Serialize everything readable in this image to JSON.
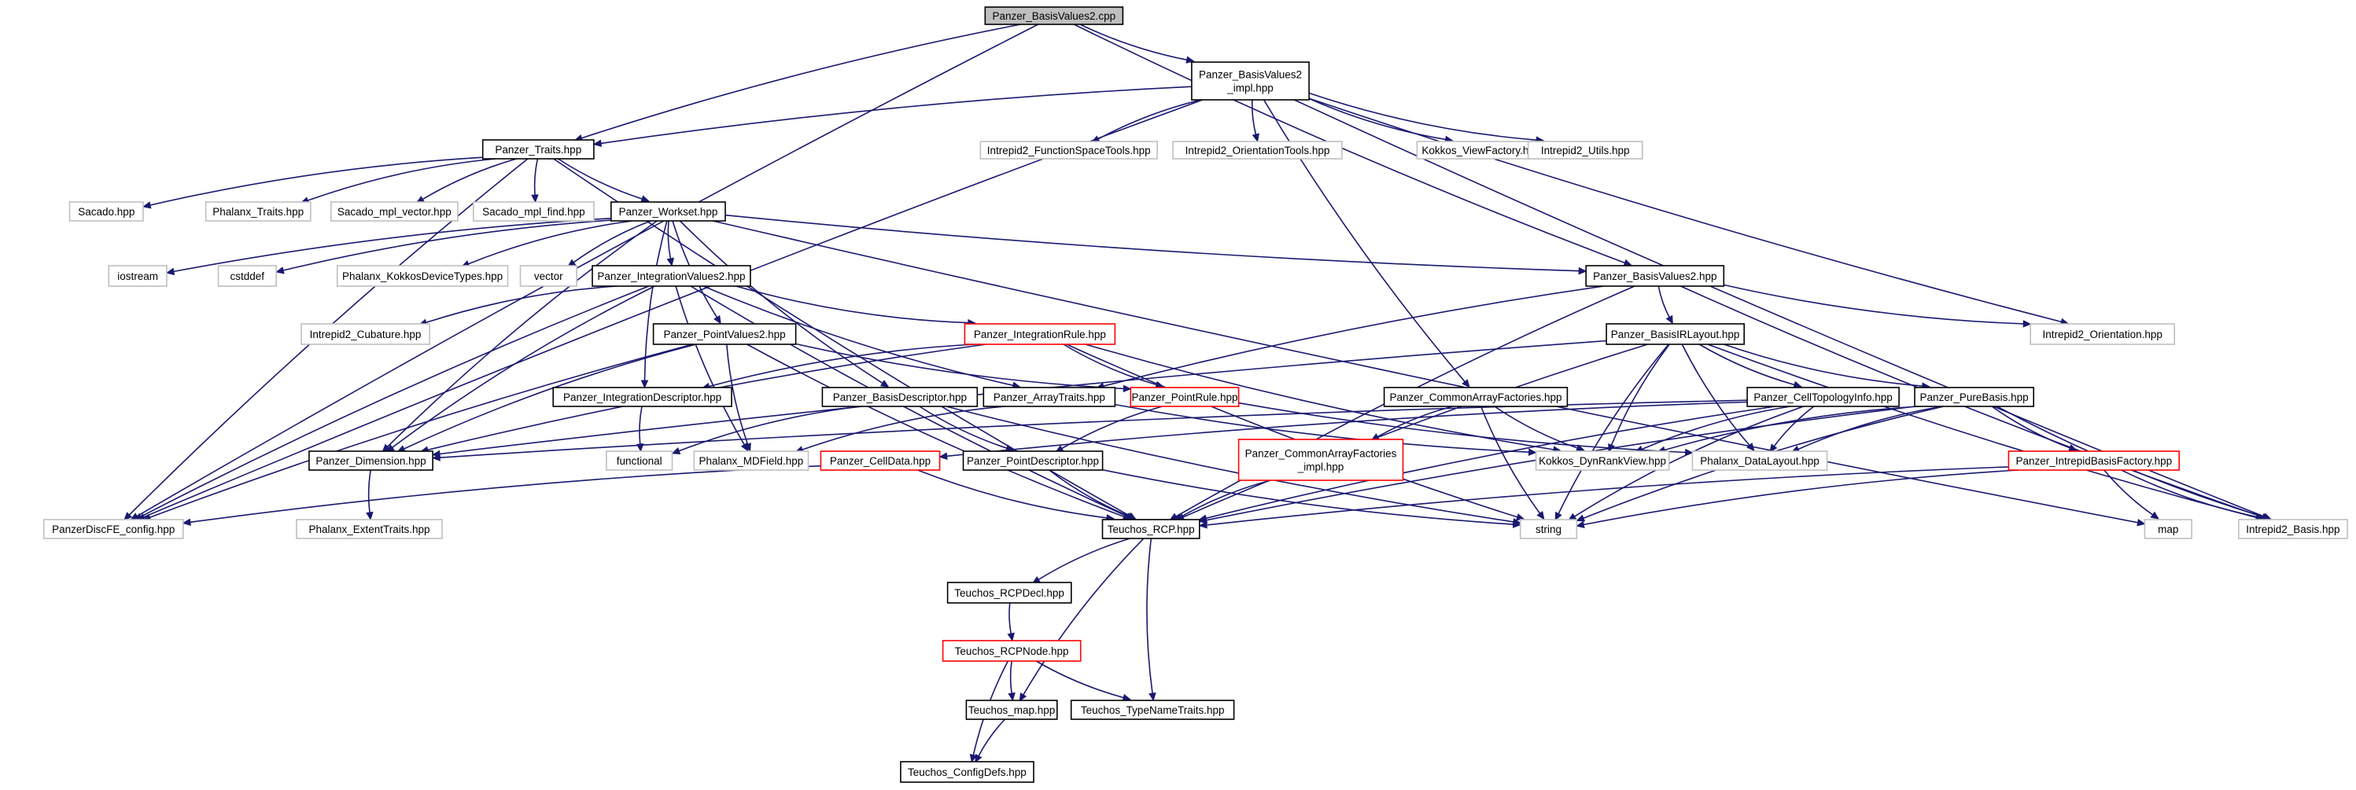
{
  "graph": {
    "nodes": [
      {
        "id": "root",
        "label": "Panzer_BasisValues2.cpp",
        "kind": "root"
      },
      {
        "id": "bv2impl",
        "label": "Panzer_BasisValues2\n_impl.hpp",
        "kind": "doc"
      },
      {
        "id": "traits",
        "label": "Panzer_Traits.hpp",
        "kind": "doc"
      },
      {
        "id": "fstools",
        "label": "Intrepid2_FunctionSpaceTools.hpp",
        "kind": "ext"
      },
      {
        "id": "otools",
        "label": "Intrepid2_OrientationTools.hpp",
        "kind": "ext"
      },
      {
        "id": "viewfac",
        "label": "Kokkos_ViewFactory.hpp",
        "kind": "ext"
      },
      {
        "id": "i2utils",
        "label": "Intrepid2_Utils.hpp",
        "kind": "ext"
      },
      {
        "id": "sacado",
        "label": "Sacado.hpp",
        "kind": "ext"
      },
      {
        "id": "phtraits",
        "label": "Phalanx_Traits.hpp",
        "kind": "ext"
      },
      {
        "id": "sacvec",
        "label": "Sacado_mpl_vector.hpp",
        "kind": "ext"
      },
      {
        "id": "sacfind",
        "label": "Sacado_mpl_find.hpp",
        "kind": "ext"
      },
      {
        "id": "workset",
        "label": "Panzer_Workset.hpp",
        "kind": "doc"
      },
      {
        "id": "iostream",
        "label": "iostream",
        "kind": "ext"
      },
      {
        "id": "cstddef",
        "label": "cstddef",
        "kind": "ext"
      },
      {
        "id": "phkdt",
        "label": "Phalanx_KokkosDeviceTypes.hpp",
        "kind": "ext"
      },
      {
        "id": "vector",
        "label": "vector",
        "kind": "ext"
      },
      {
        "id": "intval",
        "label": "Panzer_IntegrationValues2.hpp",
        "kind": "doc"
      },
      {
        "id": "bv2hpp",
        "label": "Panzer_BasisValues2.hpp",
        "kind": "doc"
      },
      {
        "id": "i2cub",
        "label": "Intrepid2_Cubature.hpp",
        "kind": "ext"
      },
      {
        "id": "intrule",
        "label": "Panzer_IntegrationRule.hpp",
        "kind": "red"
      },
      {
        "id": "i2orient",
        "label": "Intrepid2_Orientation.hpp",
        "kind": "ext"
      },
      {
        "id": "ptval",
        "label": "Panzer_PointValues2.hpp",
        "kind": "doc"
      },
      {
        "id": "basisir",
        "label": "Panzer_BasisIRLayout.hpp",
        "kind": "doc"
      },
      {
        "id": "intdesc",
        "label": "Panzer_IntegrationDescriptor.hpp",
        "kind": "doc"
      },
      {
        "id": "basisdesc",
        "label": "Panzer_BasisDescriptor.hpp",
        "kind": "doc"
      },
      {
        "id": "arrtraits",
        "label": "Panzer_ArrayTraits.hpp",
        "kind": "doc"
      },
      {
        "id": "ptrule",
        "label": "Panzer_PointRule.hpp",
        "kind": "red"
      },
      {
        "id": "cafac",
        "label": "Panzer_CommonArrayFactories.hpp",
        "kind": "doc"
      },
      {
        "id": "celltopo",
        "label": "Panzer_CellTopologyInfo.hpp",
        "kind": "doc"
      },
      {
        "id": "purebasis",
        "label": "Panzer_PureBasis.hpp",
        "kind": "doc"
      },
      {
        "id": "dimension",
        "label": "Panzer_Dimension.hpp",
        "kind": "doc"
      },
      {
        "id": "functional",
        "label": "functional",
        "kind": "ext"
      },
      {
        "id": "mdfield",
        "label": "Phalanx_MDField.hpp",
        "kind": "ext"
      },
      {
        "id": "celldata",
        "label": "Panzer_CellData.hpp",
        "kind": "red"
      },
      {
        "id": "ptdesc",
        "label": "Panzer_PointDescriptor.hpp",
        "kind": "doc"
      },
      {
        "id": "cafacimpl",
        "label": "Panzer_CommonArrayFactories\n_impl.hpp",
        "kind": "red"
      },
      {
        "id": "dynrank",
        "label": "Kokkos_DynRankView.hpp",
        "kind": "ext"
      },
      {
        "id": "datalayout",
        "label": "Phalanx_DataLayout.hpp",
        "kind": "ext"
      },
      {
        "id": "ibfac",
        "label": "Panzer_IntrepidBasisFactory.hpp",
        "kind": "red"
      },
      {
        "id": "discfe",
        "label": "PanzerDiscFE_config.hpp",
        "kind": "ext"
      },
      {
        "id": "exttraits",
        "label": "Phalanx_ExtentTraits.hpp",
        "kind": "ext"
      },
      {
        "id": "rcp",
        "label": "Teuchos_RCP.hpp",
        "kind": "doc"
      },
      {
        "id": "string",
        "label": "string",
        "kind": "ext"
      },
      {
        "id": "map",
        "label": "map",
        "kind": "ext"
      },
      {
        "id": "i2basis",
        "label": "Intrepid2_Basis.hpp",
        "kind": "ext"
      },
      {
        "id": "rcpdecl",
        "label": "Teuchos_RCPDecl.hpp",
        "kind": "doc"
      },
      {
        "id": "rcpnode",
        "label": "Teuchos_RCPNode.hpp",
        "kind": "red"
      },
      {
        "id": "tmap",
        "label": "Teuchos_map.hpp",
        "kind": "doc"
      },
      {
        "id": "typename",
        "label": "Teuchos_TypeNameTraits.hpp",
        "kind": "doc"
      },
      {
        "id": "configdefs",
        "label": "Teuchos_ConfigDefs.hpp",
        "kind": "doc"
      }
    ],
    "edges": [
      [
        "root",
        "bv2impl"
      ],
      [
        "root",
        "traits"
      ],
      [
        "root",
        "discfe"
      ],
      [
        "root",
        "bv2hpp"
      ],
      [
        "bv2impl",
        "traits"
      ],
      [
        "bv2impl",
        "discfe"
      ],
      [
        "bv2impl",
        "fstools"
      ],
      [
        "bv2impl",
        "otools"
      ],
      [
        "bv2impl",
        "viewfac"
      ],
      [
        "bv2impl",
        "i2utils"
      ],
      [
        "bv2impl",
        "cafac"
      ],
      [
        "bv2impl",
        "i2orient"
      ],
      [
        "bv2impl",
        "i2basis"
      ],
      [
        "traits",
        "sacado"
      ],
      [
        "traits",
        "phtraits"
      ],
      [
        "traits",
        "sacvec"
      ],
      [
        "traits",
        "sacfind"
      ],
      [
        "traits",
        "workset"
      ],
      [
        "traits",
        "discfe"
      ],
      [
        "traits",
        "rcp"
      ],
      [
        "workset",
        "iostream"
      ],
      [
        "workset",
        "cstddef"
      ],
      [
        "workset",
        "phkdt"
      ],
      [
        "workset",
        "vector"
      ],
      [
        "workset",
        "intval"
      ],
      [
        "workset",
        "ptval"
      ],
      [
        "workset",
        "basisdesc"
      ],
      [
        "workset",
        "intdesc"
      ],
      [
        "workset",
        "dimension"
      ],
      [
        "workset",
        "bv2hpp"
      ],
      [
        "workset",
        "map"
      ],
      [
        "intval",
        "i2cub"
      ],
      [
        "intval",
        "intrule"
      ],
      [
        "intval",
        "discfe"
      ],
      [
        "intval",
        "arrtraits"
      ],
      [
        "intval",
        "dimension"
      ],
      [
        "intval",
        "mdfield"
      ],
      [
        "intval",
        "rcp"
      ],
      [
        "bv2hpp",
        "arrtraits"
      ],
      [
        "bv2hpp",
        "basisir"
      ],
      [
        "bv2hpp",
        "i2orient"
      ],
      [
        "bv2hpp",
        "rcp"
      ],
      [
        "bv2hpp",
        "i2basis"
      ],
      [
        "intrule",
        "intdesc"
      ],
      [
        "intrule",
        "ptrule"
      ],
      [
        "intrule",
        "dynrank"
      ],
      [
        "intrule",
        "dimension"
      ],
      [
        "intrule",
        "string"
      ],
      [
        "ptval",
        "ptrule"
      ],
      [
        "ptval",
        "dimension"
      ],
      [
        "ptval",
        "discfe"
      ],
      [
        "ptval",
        "rcp"
      ],
      [
        "ptval",
        "mdfield"
      ],
      [
        "basisir",
        "dimension"
      ],
      [
        "basisir",
        "celltopo"
      ],
      [
        "basisir",
        "purebasis"
      ],
      [
        "basisir",
        "rcp"
      ],
      [
        "basisir",
        "string"
      ],
      [
        "basisir",
        "dynrank"
      ],
      [
        "basisir",
        "datalayout"
      ],
      [
        "basisir",
        "i2basis"
      ],
      [
        "intdesc",
        "functional"
      ],
      [
        "basisdesc",
        "functional"
      ],
      [
        "basisdesc",
        "ptdesc"
      ],
      [
        "basisdesc",
        "string"
      ],
      [
        "arrtraits",
        "mdfield"
      ],
      [
        "arrtraits",
        "dynrank"
      ],
      [
        "ptrule",
        "ptdesc"
      ],
      [
        "ptrule",
        "datalayout"
      ],
      [
        "cafac",
        "cafacimpl"
      ],
      [
        "cafac",
        "dynrank"
      ],
      [
        "cafac",
        "string"
      ],
      [
        "celltopo",
        "dimension"
      ],
      [
        "celltopo",
        "datalayout"
      ],
      [
        "celltopo",
        "rcp"
      ],
      [
        "celltopo",
        "string"
      ],
      [
        "celltopo",
        "celldata"
      ],
      [
        "celltopo",
        "dynrank"
      ],
      [
        "purebasis",
        "dynrank"
      ],
      [
        "purebasis",
        "datalayout"
      ],
      [
        "purebasis",
        "ibfac"
      ],
      [
        "purebasis",
        "rcp"
      ],
      [
        "purebasis",
        "string"
      ],
      [
        "purebasis",
        "i2basis"
      ],
      [
        "dimension",
        "exttraits"
      ],
      [
        "celldata",
        "rcp"
      ],
      [
        "celldata",
        "discfe"
      ],
      [
        "ptdesc",
        "rcp"
      ],
      [
        "ptdesc",
        "string"
      ],
      [
        "cafacimpl",
        "rcp"
      ],
      [
        "ibfac",
        "rcp"
      ],
      [
        "ibfac",
        "string"
      ],
      [
        "ibfac",
        "map"
      ],
      [
        "ibfac",
        "i2basis"
      ],
      [
        "rcp",
        "rcpdecl"
      ],
      [
        "rcp",
        "tmap"
      ],
      [
        "rcp",
        "typename"
      ],
      [
        "rcpdecl",
        "rcpnode"
      ],
      [
        "rcpnode",
        "tmap"
      ],
      [
        "rcpnode",
        "typename"
      ],
      [
        "rcpnode",
        "configdefs"
      ],
      [
        "tmap",
        "configdefs"
      ]
    ]
  },
  "colors": {
    "edge": "#191970",
    "border_documented": "#000000",
    "border_external": "#bfbfbf",
    "border_incomplete": "#ff0000",
    "root_fill": "#bfbfbf"
  }
}
